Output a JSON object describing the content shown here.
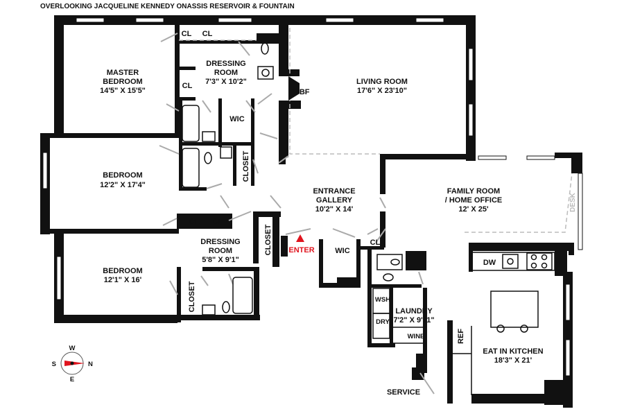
{
  "header": {
    "title": "OVERLOOKING JACQUELINE KENNEDY ONASSIS RESERVOIR & FOUNTAIN"
  },
  "rooms": {
    "master_bedroom": {
      "name1": "MASTER",
      "name2": "BEDROOM",
      "size": "14'5\" X 15'5\""
    },
    "dressing_room_1": {
      "name1": "DRESSING",
      "name2": "ROOM",
      "size": "7'3\" X 10'2\""
    },
    "living_room": {
      "name": "LIVING ROOM",
      "size": "17'6\" X 23'10\""
    },
    "bedroom_1": {
      "name": "BEDROOM",
      "size": "12'2\" X 17'4\""
    },
    "entrance_gallery": {
      "name1": "ENTRANCE",
      "name2": "GALLERY",
      "size": "10'2\" X 14'"
    },
    "family_room": {
      "name1": "FAMILY ROOM",
      "name2": "/ HOME OFFICE",
      "size": "12' X 25'"
    },
    "dressing_room_2": {
      "name1": "DRESSING",
      "name2": "ROOM",
      "size": "5'8\" X 9'1\""
    },
    "bedroom_2": {
      "name": "BEDROOM",
      "size": "12'1\" X 16'"
    },
    "laundry": {
      "name": "LAUNDRY",
      "size": "7'2\" X 9'11\""
    },
    "eat_in_kitchen": {
      "name": "EAT IN KITCHEN",
      "size": "18'3\" X 21'"
    }
  },
  "labels": {
    "cl": "CL",
    "wic": "WIC",
    "closet": "CLOSET",
    "wbf": "WBF",
    "dw": "DW",
    "ref": "REF",
    "wsh": "WSH",
    "dry": "DRY",
    "wine": "WINE",
    "desk": "DESK",
    "enter": "ENTER",
    "service": "SERVICE"
  },
  "compass": {
    "n": "N",
    "s": "S",
    "e": "E",
    "w": "W"
  },
  "colors": {
    "wall": "#111111",
    "enter": "#e0141e",
    "door_swing": "#aaaaaa",
    "window": "#ffffff"
  }
}
